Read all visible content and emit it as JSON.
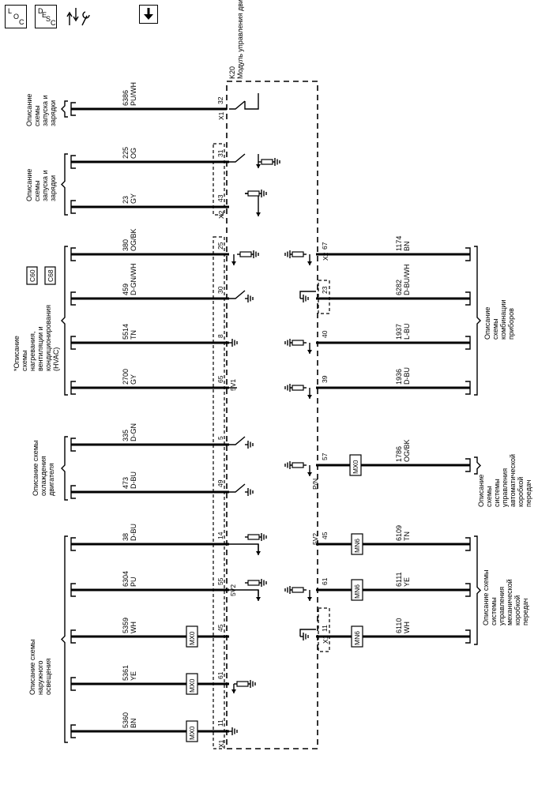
{
  "toolbar": {
    "loc": {
      "l": "L",
      "o": "O",
      "c": "C"
    },
    "desc": {
      "d": "D",
      "e": "E",
      "s": "S",
      "c": "C"
    }
  },
  "module": {
    "ref": "K20",
    "title": "Модуль управления двигателем."
  },
  "connectors": {
    "x1": "X1",
    "x2": "X2",
    "sv1": "5V1",
    "sv2": "5V2",
    "pn": "P/N"
  },
  "refs": {
    "c60": "C60",
    "c68": "C68"
  },
  "left_groups": [
    {
      "id": "start1",
      "text": "Описание схемы запуска и зарядки"
    },
    {
      "id": "start2",
      "text": "Описание схемы запуска и зарядки"
    },
    {
      "id": "hvac",
      "text": "*Описание схемы нагревания, вентиляции и кондиционирования (HVAC)"
    },
    {
      "id": "cool",
      "text": "Описание схемы охлаждения двигателя"
    },
    {
      "id": "ext",
      "text": "Описание схемы наружного освещения"
    }
  ],
  "right_groups": [
    {
      "id": "cluster",
      "text": "Описание схемы комбинации приборов"
    },
    {
      "id": "auto",
      "text": "Описание схемы системы управления автоматической коробкой передач"
    },
    {
      "id": "manual",
      "text": "Описание схемы системы управления механической коробкой передач"
    }
  ],
  "left_circuits": [
    {
      "num": "6386",
      "color": "PU/WH",
      "pin": "32"
    },
    {
      "num": "225",
      "color": "OG",
      "pin": "31"
    },
    {
      "num": "23",
      "color": "GY",
      "pin": "43"
    },
    {
      "num": "380",
      "color": "OG/BK",
      "pin": "25"
    },
    {
      "num": "459",
      "color": "D-GN/WH",
      "pin": "30"
    },
    {
      "num": "5514",
      "color": "TN",
      "pin": "8"
    },
    {
      "num": "2700",
      "color": "GY",
      "pin": "65"
    },
    {
      "num": "335",
      "color": "D-GN",
      "pin": "5"
    },
    {
      "num": "473",
      "color": "D-BU",
      "pin": "49"
    },
    {
      "num": "38",
      "color": "D-BU",
      "pin": "14"
    },
    {
      "num": "6304",
      "color": "PU",
      "pin": "55"
    },
    {
      "num": "5359",
      "color": "WH",
      "pin": "45"
    },
    {
      "num": "5361",
      "color": "YE",
      "pin": "61"
    },
    {
      "num": "5360",
      "color": "BN",
      "pin": "11"
    }
  ],
  "right_circuits": [
    {
      "num": "1174",
      "color": "BN",
      "pin": "67"
    },
    {
      "num": "6282",
      "color": "D-BU/WH",
      "pin": "23"
    },
    {
      "num": "1937",
      "color": "L-BU",
      "pin": "40"
    },
    {
      "num": "1936",
      "color": "D-BU",
      "pin": "39"
    },
    {
      "num": "1786",
      "color": "OG/BK",
      "pin": "57"
    },
    {
      "num": "6109",
      "color": "TN",
      "pin": "45"
    },
    {
      "num": "6111",
      "color": "YE",
      "pin": "61"
    },
    {
      "num": "6110",
      "color": "WH",
      "pin": "11"
    }
  ],
  "options": {
    "mx0": "MX0",
    "mn6": "MN6"
  }
}
